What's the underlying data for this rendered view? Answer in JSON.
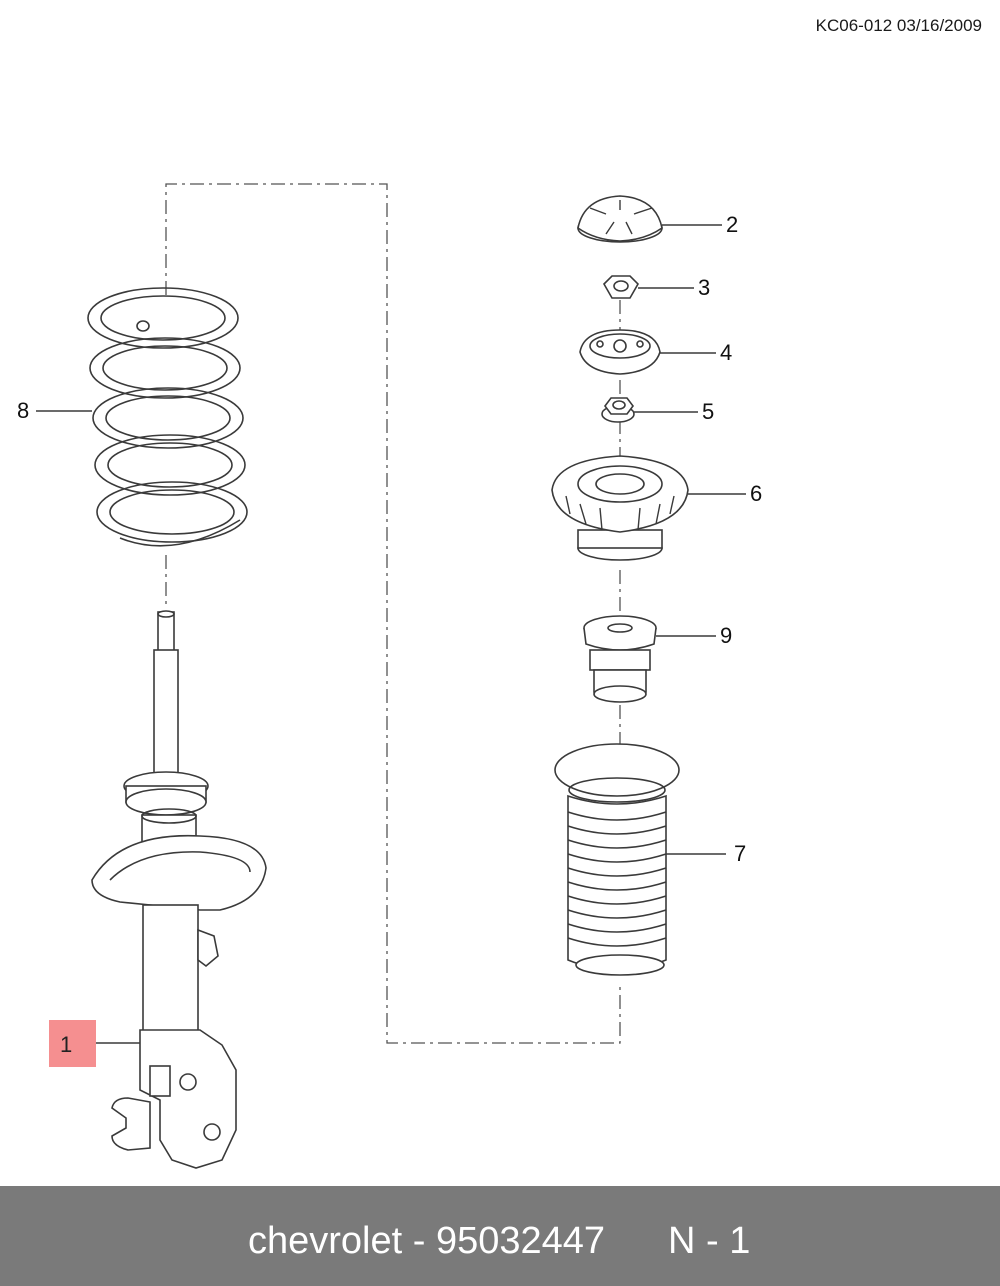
{
  "header": {
    "ref_code": "KC06-012 03/16/2009"
  },
  "callouts": [
    {
      "id": "1",
      "label": "1",
      "highlighted": true
    },
    {
      "id": "2",
      "label": "2"
    },
    {
      "id": "3",
      "label": "3"
    },
    {
      "id": "4",
      "label": "4"
    },
    {
      "id": "5",
      "label": "5"
    },
    {
      "id": "6",
      "label": "6"
    },
    {
      "id": "7",
      "label": "7"
    },
    {
      "id": "8",
      "label": "8"
    },
    {
      "id": "9",
      "label": "9"
    }
  ],
  "footer": {
    "part_text": "chevrolet - 95032447",
    "position_text": "N - 1"
  },
  "colors": {
    "highlight": "#f58f90",
    "footer_bg": "#7a7a7a",
    "footer_text": "#ffffff",
    "line": "#3a3a3a"
  }
}
